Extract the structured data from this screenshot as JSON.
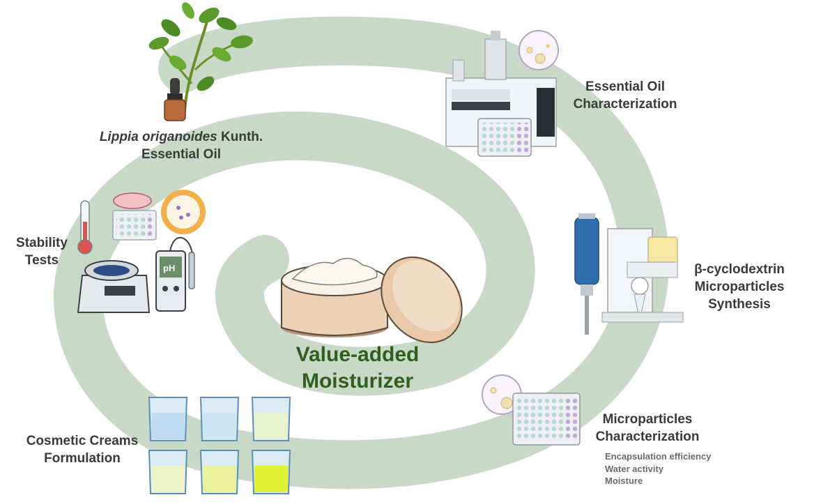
{
  "center": {
    "line1": "Value-added",
    "line2": "Moisturizer"
  },
  "steps": {
    "essential_oil": {
      "name_italic": "Lippia origanoides",
      "name_rest": " Kunth.",
      "line2": "Essential Oil"
    },
    "characterization": {
      "line1": "Essential Oil",
      "line2": "Characterization"
    },
    "synthesis": {
      "line1": "β-cyclodextrin",
      "line2": "Microparticles",
      "line3": "Synthesis"
    },
    "microparticles": {
      "line1": "Microparticles",
      "line2": "Characterization",
      "details": [
        "Encapsulation efficiency",
        "Water activity",
        "Moisture"
      ]
    },
    "formulation": {
      "line1": "Cosmetic Creams",
      "line2": "Formulation"
    },
    "stability": {
      "line1": "Stability",
      "line2": "Tests"
    }
  },
  "colors": {
    "spiral": "#c9d9c8",
    "title_green": "#2f5e1e",
    "label_gray": "#3a3a3a",
    "detail_gray": "#6b6b6b"
  },
  "icons": [
    "plant-icon",
    "dropper-bottle-icon",
    "chromatograph-icon",
    "petri-dish-icon",
    "well-plate-icon",
    "homogenizer-icon",
    "spray-dryer-icon",
    "beaker-icon",
    "thermometer-icon",
    "liposome-icon",
    "centrifuge-icon",
    "ph-meter-icon",
    "cream-jar-icon"
  ]
}
